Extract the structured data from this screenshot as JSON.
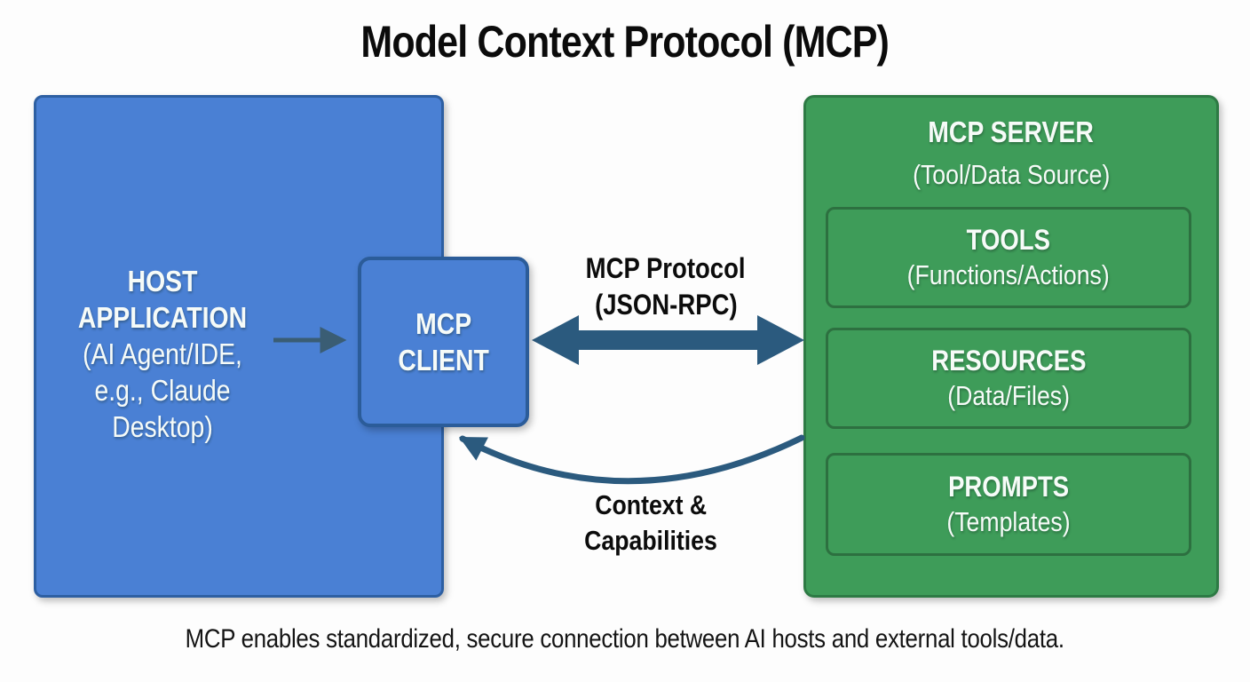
{
  "title": "Model Context Protocol (MCP)",
  "host": {
    "lines": [
      "HOST",
      "APPLICATION",
      "(AI Agent/IDE,",
      "e.g., Claude",
      "Desktop)"
    ]
  },
  "client": {
    "lines": [
      "MCP",
      "CLIENT"
    ]
  },
  "server": {
    "title": "MCP SERVER",
    "subtitle": "(Tool/Data Source)",
    "boxes": [
      {
        "title": "TOOLS",
        "subtitle": "(Functions/Actions)"
      },
      {
        "title": "RESOURCES",
        "subtitle": "(Data/Files)"
      },
      {
        "title": "PROMPTS",
        "subtitle": "(Templates)"
      }
    ]
  },
  "arrows": {
    "protocol_line1": "MCP Protocol",
    "protocol_line2": "(JSON-RPC)",
    "context_line1": "Context &",
    "context_line2": "Capabilities"
  },
  "caption": "MCP enables standardized, secure connection between AI hosts and external tools/data.",
  "colors": {
    "blue_fill": "#4a80d4",
    "blue_border": "#2d5fa2",
    "green_fill": "#3e9c59",
    "green_border": "#2d7a44",
    "arrow_steel_blue": "#2b5a7e",
    "small_arrow": "#3a5d74",
    "text_light": "#f6fbf8",
    "text_dark": "#0c0c0c"
  }
}
